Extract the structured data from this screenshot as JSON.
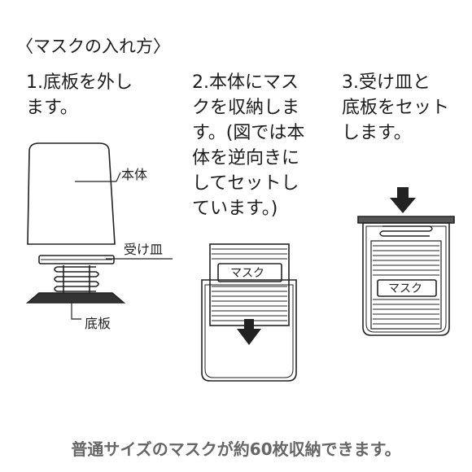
{
  "heading": "〈マスクの入れ方〉",
  "steps": [
    {
      "number": "1.",
      "lines": [
        "1.底板を外し",
        "ます。"
      ]
    },
    {
      "number": "2.",
      "lines": [
        "2.本体にマス",
        "クを収納しま",
        "す。(図では本",
        "体を逆向きに",
        "してセットし",
        "ています。)"
      ]
    },
    {
      "number": "3.",
      "lines": [
        "3.受け皿と",
        "底板をセット",
        "します。"
      ]
    }
  ],
  "diagram1": {
    "body_label": "本体",
    "tray_label": "受け皿",
    "base_label": "底板"
  },
  "diagram2": {
    "mask_label": "マスク"
  },
  "diagram3": {
    "mask_label": "マスク"
  },
  "footer": "普通サイズのマスクが約60枚収納できます。"
}
